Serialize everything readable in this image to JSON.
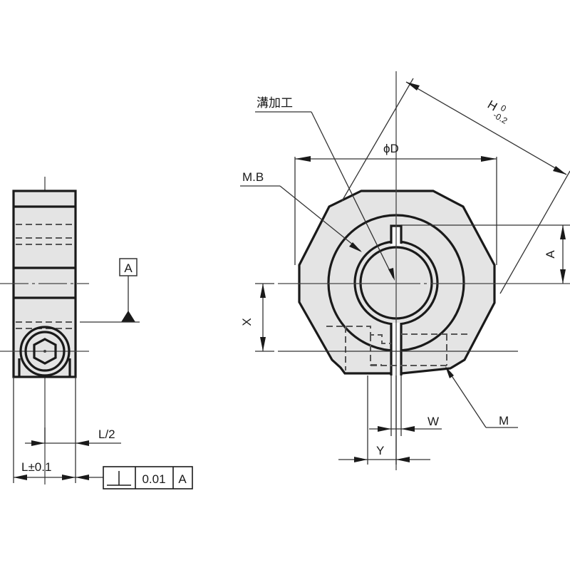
{
  "drawing": {
    "title": "Slit collar technical drawing",
    "side_view": {
      "datum_label": "A",
      "dim_half_length": "L/2",
      "dim_length": "L±0.1",
      "tolerance_frame": {
        "symbol": "⊥",
        "value": "0.01",
        "datum": "A"
      }
    },
    "front_view": {
      "slot_note": "溝加工",
      "bore_note": "M.B",
      "dim_diameter": "ϕD",
      "dim_width_across_flats": "H",
      "dim_width_tol_upper": "0",
      "dim_width_tol_lower": "-0.2",
      "dim_a": "A",
      "dim_x": "X",
      "dim_w": "W",
      "dim_y": "Y",
      "screw_note": "M"
    },
    "colors": {
      "line": "#1a1a1a",
      "fill": "#e4e4e4",
      "background": "#ffffff"
    }
  }
}
